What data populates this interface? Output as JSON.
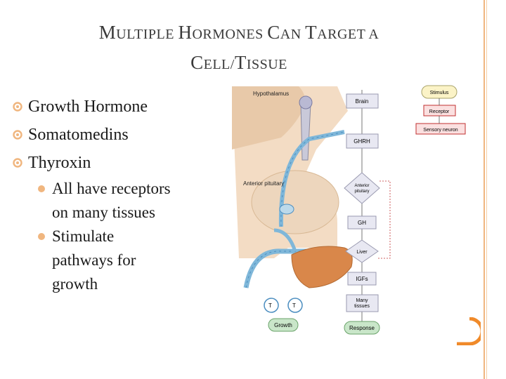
{
  "title": {
    "line1": {
      "a_cap": "M",
      "a": "ULTIPLE ",
      "b_cap": "H",
      "b": "ORMONES ",
      "c_cap": "C",
      "c": "AN ",
      "d_cap": "T",
      "d": "ARGET A"
    },
    "line2": {
      "a_cap": "C",
      "a": "ELL/",
      "b_cap": "T",
      "b": "ISSUE"
    }
  },
  "bullets": [
    {
      "label": "Growth Hormone"
    },
    {
      "label": "Somatomedins"
    },
    {
      "label": "Thyroxin"
    }
  ],
  "subbullets": [
    {
      "line1": "All have receptors",
      "line2": "on many tissues"
    },
    {
      "line1": "Stimulate",
      "line2": "pathways for",
      "line3": "growth"
    }
  ],
  "diagram": {
    "hypothalamus": "Hypothalamus",
    "anterior_pituitary": "Anterior pituitary",
    "flow": [
      "Brain",
      "GHRH",
      "Anterior pituitary",
      "GH",
      "Liver",
      "IGFs",
      "Many tissues",
      "Response"
    ],
    "legend": [
      "Stimulus",
      "Receptor",
      "Sensory neuron"
    ],
    "t_labels": [
      "T",
      "T"
    ],
    "growth": "Growth",
    "colors": {
      "accent": "#f0b67f",
      "hormone_box": "#e8e8f2",
      "box_border": "#c03030",
      "response": "#c9e6c9",
      "background_panel": "#f3dcc4"
    }
  }
}
